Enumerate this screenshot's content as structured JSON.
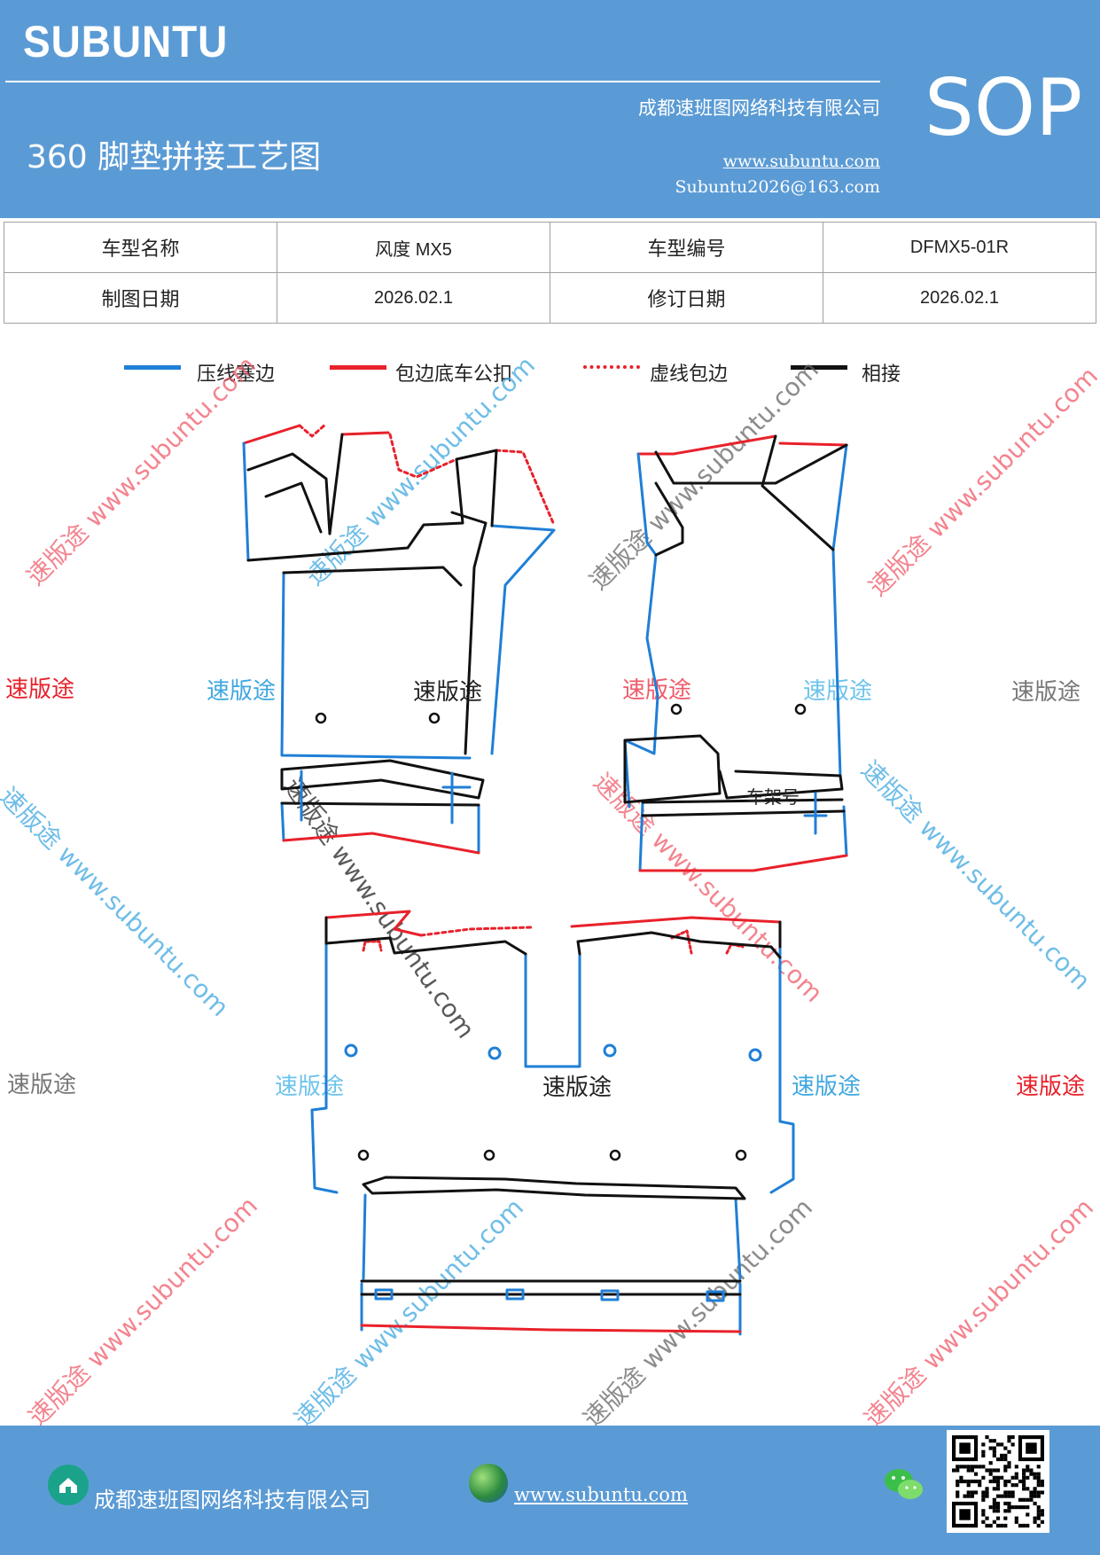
{
  "header": {
    "logo": "SUBUNTU",
    "title": "360 脚垫拼接工艺图",
    "company": "成都速班图网络科技有限公司",
    "website": "www.subuntu.com",
    "email": "Subuntu2026@163.com",
    "badge": "SOP"
  },
  "info_table": {
    "model_name_label": "车型名称",
    "model_name_value": "风度 MX5",
    "model_code_label": "车型编号",
    "model_code_value": "DFMX5-01R",
    "draw_date_label": "制图日期",
    "draw_date_value": "2026.02.1",
    "revise_date_label": "修订日期",
    "revise_date_value": "2026.02.1"
  },
  "legend": [
    {
      "label": "压线塞边",
      "color": "#1f7fd6",
      "style": "solid"
    },
    {
      "label": "包边底车公扣",
      "color": "#e8212b",
      "style": "solid"
    },
    {
      "label": "虚线包边",
      "color": "#e8212b",
      "style": "dotted"
    },
    {
      "label": "相接",
      "color": "#111111",
      "style": "solid"
    }
  ],
  "watermarks": {
    "brand": "速版途",
    "url": "www.subuntu.com",
    "combined": "速版途 www.subuntu.com"
  },
  "diagram_labels": {
    "frame_number": "车架号"
  },
  "footer": {
    "company": "成都速班图网络科技有限公司",
    "website": "www.subuntu.com"
  },
  "colors": {
    "header_bg": "#5b9bd5",
    "blue_line": "#1f7fd6",
    "red_line": "#e8212b",
    "black_line": "#111111"
  },
  "icons": [
    "home-icon",
    "globe-icon",
    "wechat-icon",
    "qr-code-icon"
  ]
}
